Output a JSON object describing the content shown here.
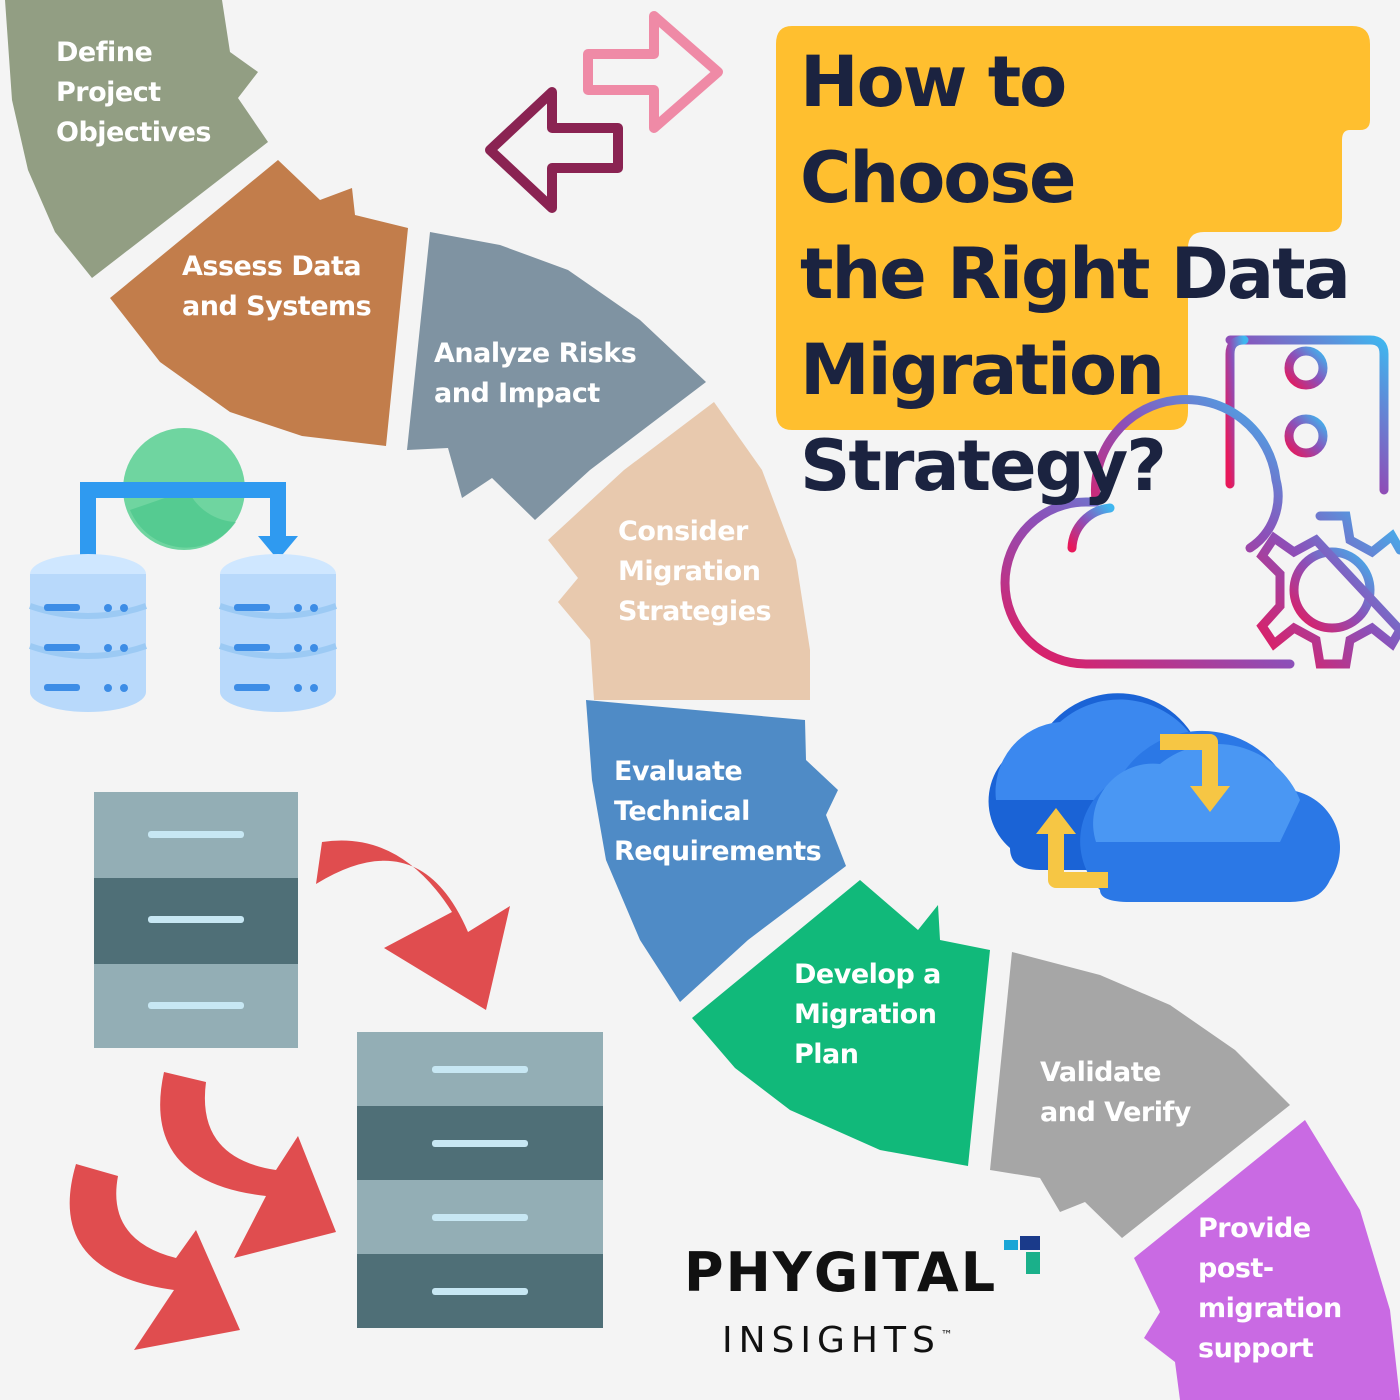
{
  "title": "How to Choose\nthe Right Data\nMigration\nStrategy?",
  "steps": [
    {
      "label": "Define\nProject\nObjectives",
      "color": "#929e83"
    },
    {
      "label": "Assess Data\nand Systems",
      "color": "#c27d4b"
    },
    {
      "label": "Analyze Risks\nand Impact",
      "color": "#7f93a2"
    },
    {
      "label": "Consider\nMigration\nStrategies",
      "color": "#e8c9ae"
    },
    {
      "label": "Evaluate\nTechnical\nRequirements",
      "color": "#4f8bc6"
    },
    {
      "label": "Develop a\nMigration\nPlan",
      "color": "#11b97a"
    },
    {
      "label": "Validate\nand Verify",
      "color": "#a6a6a6"
    },
    {
      "label": "Provide\npost-\nmigration\nsupport",
      "color": "#c96ae3"
    }
  ],
  "brand": {
    "name": "PHYGITAL",
    "sub": "INSIGHTS",
    "tm": "™"
  },
  "colors": {
    "title_box": "#ffbf2f",
    "title_text": "#1b2340",
    "arrow_pink": "#ef8aa6",
    "arrow_plum": "#8a2352",
    "red_arrow": "#e04d4f",
    "cabinet_light": "#93aeb5",
    "cabinet_dark": "#4f6f77"
  },
  "icons": [
    "double-arrow-icon",
    "database-sync-icon",
    "cloud-server-gear-icon",
    "cloud-sync-icon",
    "file-cabinet-icon",
    "red-curved-arrow-icon",
    "brand-logo-mark-icon"
  ]
}
